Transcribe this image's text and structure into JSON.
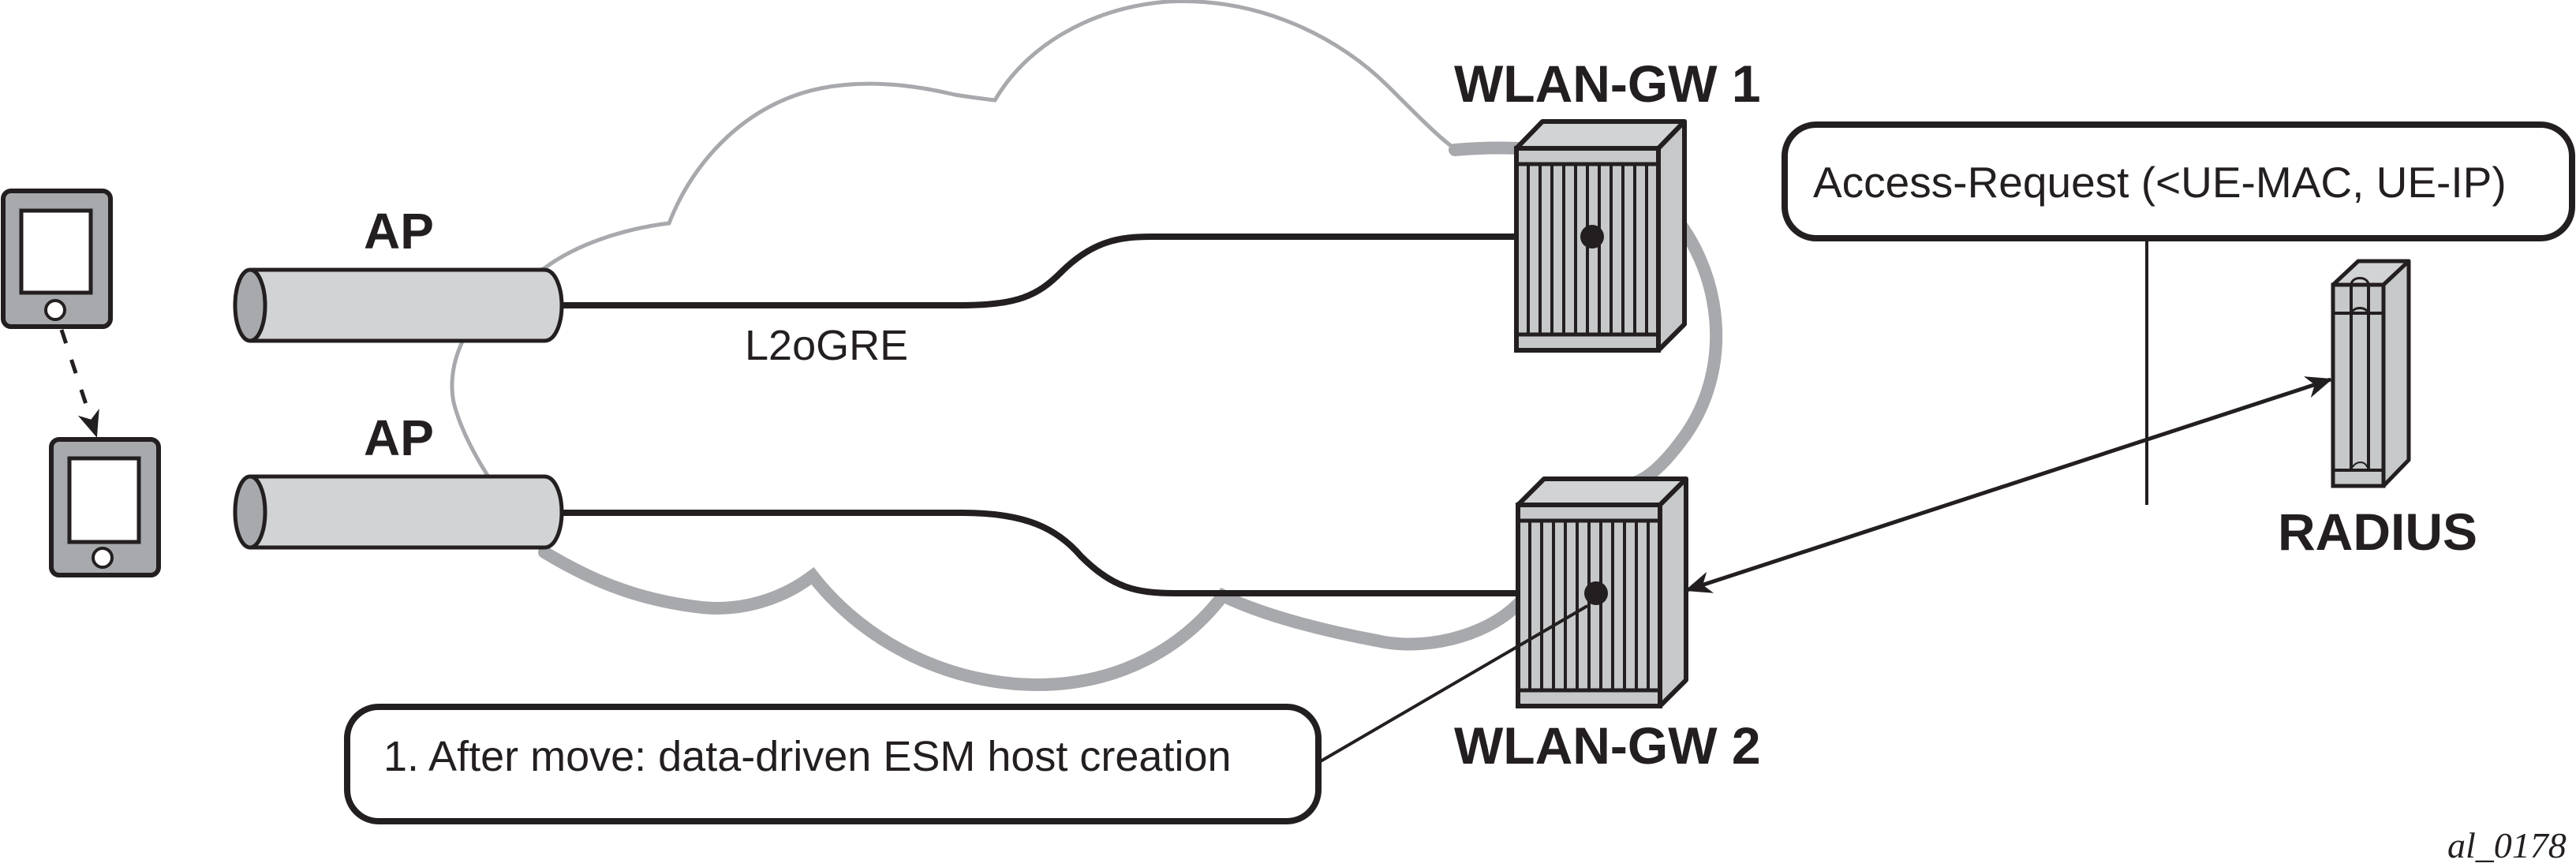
{
  "diagram": {
    "title": "WLAN-GW mobility: data-driven ESM host creation after move",
    "colors": {
      "ink": "#231f20",
      "cloud": "#a7a9ac",
      "device_fill": "#c6c8ca",
      "device_top": "#d1d3d4",
      "phone_body": "#a7a9ac",
      "ap_body": "#d1d3d4",
      "ap_cap": "#a7a9ac"
    },
    "nodes": {
      "ue_before": {
        "label": "",
        "icon": "mobile-device-icon"
      },
      "ue_after": {
        "label": "",
        "icon": "mobile-device-icon"
      },
      "ap_1": {
        "label": "AP",
        "icon": "access-point-cylinder-icon"
      },
      "ap_2": {
        "label": "AP",
        "icon": "access-point-cylinder-icon"
      },
      "wlan_gw_1": {
        "label": "WLAN-GW 1",
        "icon": "gateway-chassis-icon"
      },
      "wlan_gw_2": {
        "label": "WLAN-GW 2",
        "icon": "gateway-chassis-icon"
      },
      "radius": {
        "label": "RADIUS",
        "icon": "server-icon"
      },
      "network": {
        "label": "",
        "icon": "cloud-icon"
      }
    },
    "links": {
      "tunnel_1": {
        "label": "L2oGRE",
        "from": "AP",
        "to": "WLAN-GW 1"
      },
      "tunnel_2": {
        "label": "",
        "from": "AP",
        "to": "WLAN-GW 2"
      },
      "radius_link": {
        "label": "",
        "from": "WLAN-GW 2",
        "to": "RADIUS",
        "bidirectional": true
      },
      "ue_move": {
        "label": "",
        "from": "UE (before)",
        "to": "UE (after)",
        "style": "dashed"
      }
    },
    "callouts": {
      "access_request": "Access-Request (<UE-MAC, UE-IP)",
      "step_1": "1. After move: data-driven ESM host creation"
    },
    "figure_id": "al_0178"
  }
}
